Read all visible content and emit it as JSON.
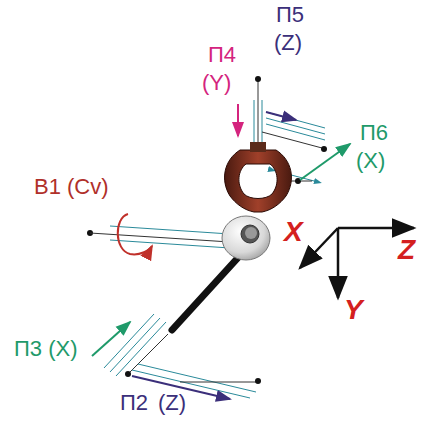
{
  "diagram": {
    "labels": [
      "П5",
      "(Z)",
      "П4",
      "(Y)",
      "П6",
      "(X)",
      "В1 (Cv)",
      "X",
      "Z",
      "Y",
      "П3 (X)",
      "П2",
      "(Z)"
    ]
  }
}
